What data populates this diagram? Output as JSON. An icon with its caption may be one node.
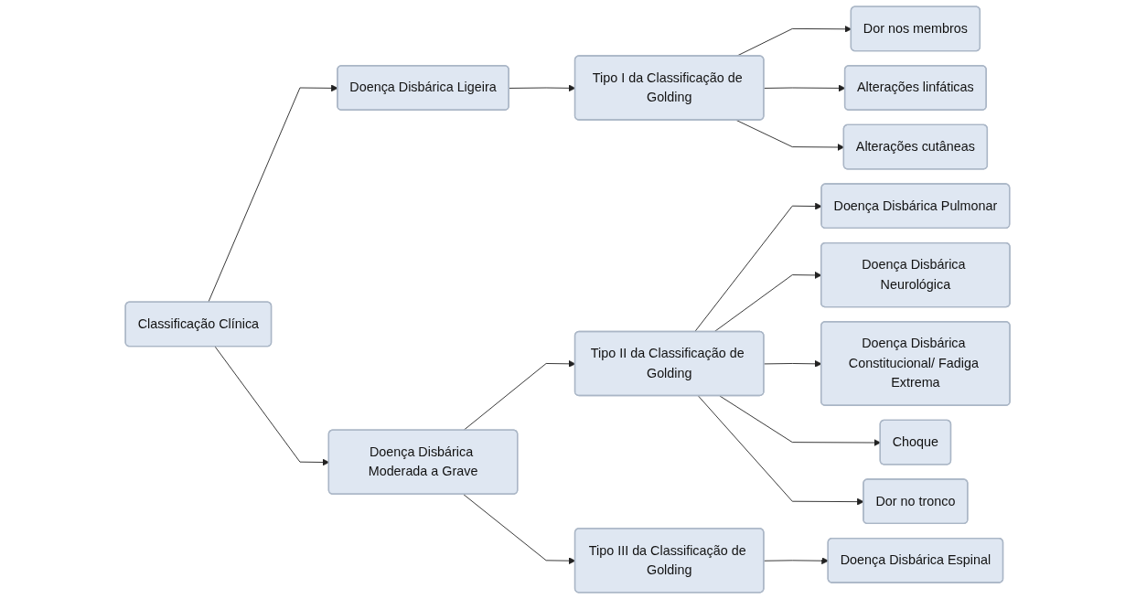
{
  "diagram": {
    "nodes": [
      {
        "text": [
          "Classificação Clínica"
        ]
      },
      {
        "text": [
          "Doença Disbárica Ligeira"
        ]
      },
      {
        "text": [
          "Doença Disbárica Moderada a Grave"
        ]
      },
      {
        "text": [
          "Tipo I da Classificação de Golding"
        ]
      },
      {
        "text": [
          "Tipo II da Classificação de Golding"
        ]
      },
      {
        "text": [
          "Tipo III da Classificação de Golding"
        ]
      },
      {
        "text": [
          "Dor nos membros"
        ]
      },
      {
        "text": [
          "Alterações linfáticas"
        ]
      },
      {
        "text": [
          "Alterações cutâneas"
        ]
      },
      {
        "text": [
          "Doença Disbárica Pulmonar"
        ]
      },
      {
        "text": [
          "Doença Disbárica Neurológica"
        ]
      },
      {
        "text": [
          "Doença Disbárica Constitucional/ Fadiga Extrema"
        ]
      },
      {
        "text": [
          "Choque"
        ]
      },
      {
        "text": [
          "Dor no tronco"
        ]
      },
      {
        "text": [
          "Doença Disbárica Espinal"
        ]
      }
    ],
    "edges": [
      {
        "from": 0,
        "to": 1,
        "arrow": "to"
      },
      {
        "from": 0,
        "to": 2,
        "arrow": "to"
      },
      {
        "from": 1,
        "to": 3,
        "arrow": "to"
      },
      {
        "from": 2,
        "to": 4,
        "arrow": "to"
      },
      {
        "from": 2,
        "to": 5,
        "arrow": "to"
      },
      {
        "from": 3,
        "to": 6,
        "arrow": "to"
      },
      {
        "from": 3,
        "to": 7,
        "arrow": "to"
      },
      {
        "from": 3,
        "to": 8,
        "arrow": "to"
      },
      {
        "from": 4,
        "to": 9,
        "arrow": "to"
      },
      {
        "from": 4,
        "to": 10,
        "arrow": "to"
      },
      {
        "from": 4,
        "to": 11,
        "arrow": "to"
      },
      {
        "from": 4,
        "to": 12,
        "arrow": "to"
      },
      {
        "from": 4,
        "to": 13,
        "arrow": "to"
      },
      {
        "from": 5,
        "to": 14,
        "arrow": "to"
      }
    ]
  }
}
